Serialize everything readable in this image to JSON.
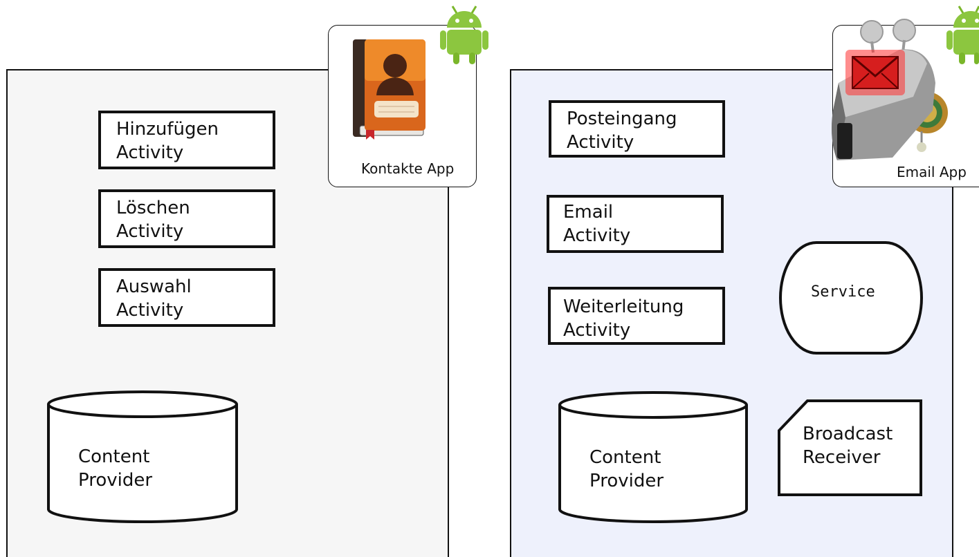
{
  "kontakte_app": {
    "label": "Kontakte App",
    "activities": [
      {
        "line1": "Hinzufügen",
        "line2": "Activity"
      },
      {
        "line1": "Löschen",
        "line2": "Activity"
      },
      {
        "line1": "Auswahl",
        "line2": "Activity"
      }
    ],
    "content_provider": {
      "line1": "Content",
      "line2": "Provider"
    },
    "background_color": "#f6f6f6"
  },
  "email_app": {
    "label": "Email App",
    "activities": [
      {
        "line1": "Posteingang",
        "line2": "Activity"
      },
      {
        "line1": "Email",
        "line2": "Activity"
      },
      {
        "line1": "Weiterleitung",
        "line2": "Activity"
      }
    ],
    "service": "Service",
    "broadcast_receiver": {
      "line1": "Broadcast",
      "line2": "Receiver"
    },
    "content_provider": {
      "line1": "Content",
      "line2": "Provider"
    },
    "background_color": "#eef1fc"
  },
  "icons": [
    "android-icon",
    "contacts-book-icon",
    "email-machine-icon"
  ]
}
